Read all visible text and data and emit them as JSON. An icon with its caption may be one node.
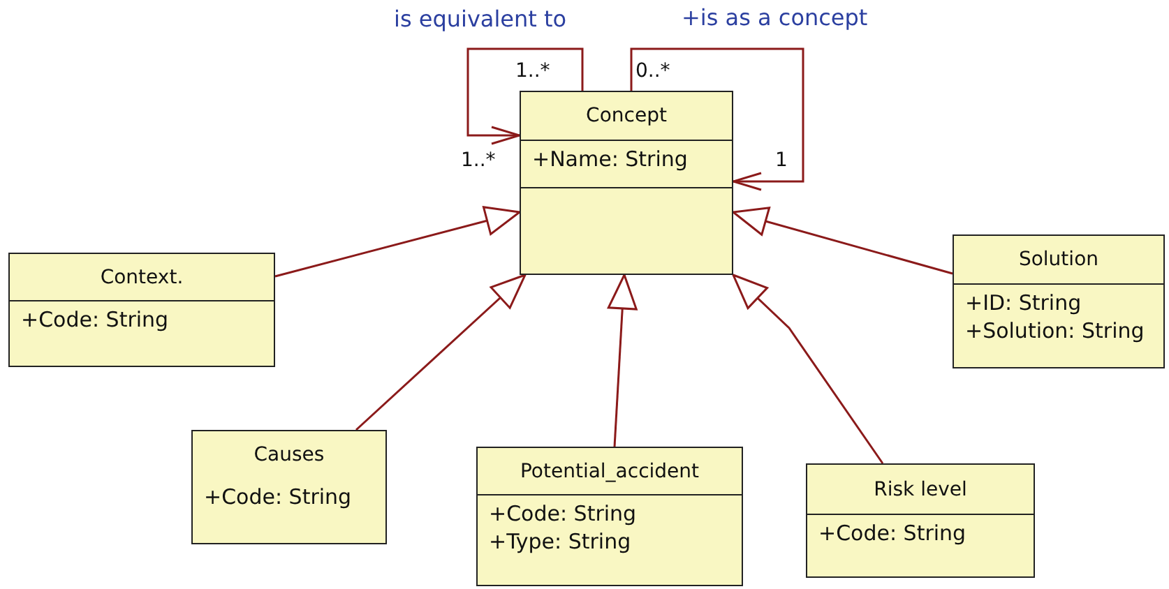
{
  "diagram": {
    "nodes": [
      {
        "text": [
          "Concept",
          "+Name: String"
        ]
      },
      {
        "text": [
          "Context.",
          "+Code: String"
        ]
      },
      {
        "text": [
          "Solution",
          "+ID: String +Solution: String"
        ]
      },
      {
        "text": [
          "Causes",
          "+Code: String"
        ]
      },
      {
        "text": [
          "Potential_accident",
          "+Code: String +Type: String"
        ]
      },
      {
        "text": [
          "Risk level",
          "+Code: String"
        ]
      }
    ],
    "edges": [
      {
        "from": 0,
        "to": 0,
        "arrow": "to",
        "label": "is equivalent to"
      },
      {
        "from": 0,
        "to": 0,
        "arrow": "to",
        "label": "+is as a concept"
      },
      {
        "from": 1,
        "to": 0,
        "arrow": "to"
      },
      {
        "from": 2,
        "to": 0,
        "arrow": "to"
      },
      {
        "from": 3,
        "to": 0,
        "arrow": "to"
      },
      {
        "from": 4,
        "to": 0,
        "arrow": "to"
      },
      {
        "from": 5,
        "to": 0,
        "arrow": "to"
      }
    ],
    "labels": [
      "1..*",
      "0..*",
      "1..*",
      "1"
    ]
  }
}
